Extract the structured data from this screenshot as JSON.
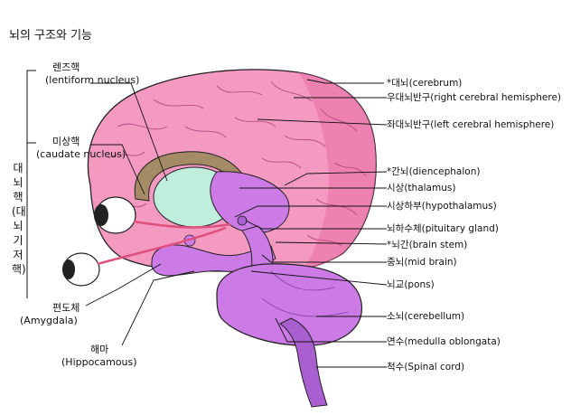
{
  "title": "뇌의 구조와 기능",
  "left_labels": {
    "lentiform_kr": "렌즈핵",
    "lentiform_en": "(lentiform nucleus)",
    "caudate_kr": "미상핵",
    "caudate_en": "(caudate nucleus)",
    "basal_ganglia_vertical": "대뇌핵(대뇌기저핵)",
    "amygdala_kr": "편도체",
    "amygdala_en": "(Amygdala)",
    "hippocampus_kr": "해마",
    "hippocampus_en": "(Hippocamous)"
  },
  "right_labels": [
    {
      "id": "cerebrum",
      "text": "*대뇌(cerebrum)"
    },
    {
      "id": "right-hemisphere",
      "text": "우대뇌반구(right cerebral hemisphere)"
    },
    {
      "id": "left-hemisphere",
      "text": "좌대뇌반구(left cerebral hemisphere)"
    },
    {
      "id": "diencephalon",
      "text": "*간뇌(diencephalon)"
    },
    {
      "id": "thalamus",
      "text": "시상(thalamus)"
    },
    {
      "id": "hypothalamus",
      "text": "시상하부(hypothalamus)"
    },
    {
      "id": "pituitary",
      "text": "뇌하수체(pituitary gland)"
    },
    {
      "id": "brain-stem",
      "text": "*뇌간(brain stem)"
    },
    {
      "id": "mid-brain",
      "text": "중뇌(mid brain)"
    },
    {
      "id": "pons",
      "text": "뇌교(pons)"
    },
    {
      "id": "cerebellum",
      "text": "소뇌(cerebellum)"
    },
    {
      "id": "medulla",
      "text": "연수(medulla oblongata)"
    },
    {
      "id": "spinal-cord",
      "text": "척수(Spinal cord)"
    }
  ],
  "colors": {
    "cerebrum": "#f49ac1",
    "cerebrum_shadow": "#e86fa6",
    "brainstem": "#cc7be6",
    "brainstem_dark": "#a95fd0",
    "caudate": "#a58a66",
    "thalamus": "#bfeedd",
    "eye": "#ffffff",
    "outline": "#222222",
    "nerve": "#e0507f"
  }
}
